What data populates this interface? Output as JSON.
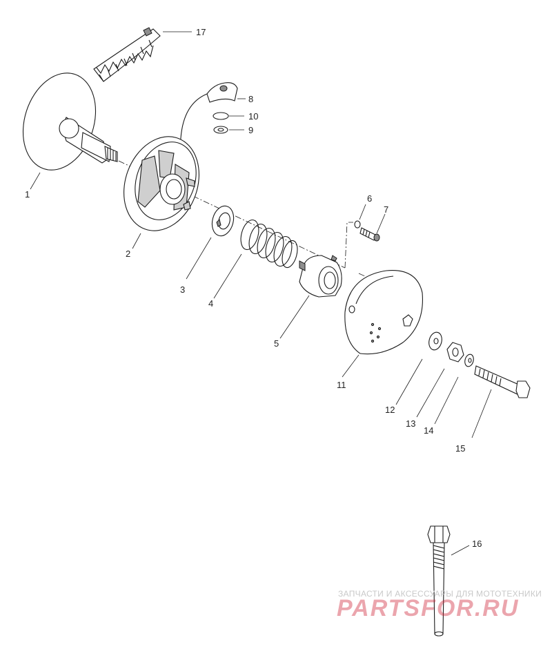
{
  "callouts": [
    {
      "id": "17",
      "label": "17"
    },
    {
      "id": "8",
      "label": "8"
    },
    {
      "id": "10",
      "label": "10"
    },
    {
      "id": "9",
      "label": "9"
    },
    {
      "id": "1",
      "label": "1"
    },
    {
      "id": "2",
      "label": "2"
    },
    {
      "id": "6",
      "label": "6"
    },
    {
      "id": "7",
      "label": "7"
    },
    {
      "id": "3",
      "label": "3"
    },
    {
      "id": "4",
      "label": "4"
    },
    {
      "id": "5",
      "label": "5"
    },
    {
      "id": "11",
      "label": "11"
    },
    {
      "id": "12",
      "label": "12"
    },
    {
      "id": "13",
      "label": "13"
    },
    {
      "id": "14",
      "label": "14"
    },
    {
      "id": "15",
      "label": "15"
    },
    {
      "id": "16",
      "label": "16"
    }
  ],
  "watermark": {
    "tagline": "ЗАПЧАСТИ И АКСЕССУАРЫ ДЛЯ МОТОТЕХНИКИ",
    "logo": "PARTSFOR.RU"
  },
  "colors": {
    "line": "#1a1a1a",
    "shade": "#cfcfcf",
    "watermark_logo": "#cd1e32",
    "watermark_text": "#c9c9c9"
  }
}
